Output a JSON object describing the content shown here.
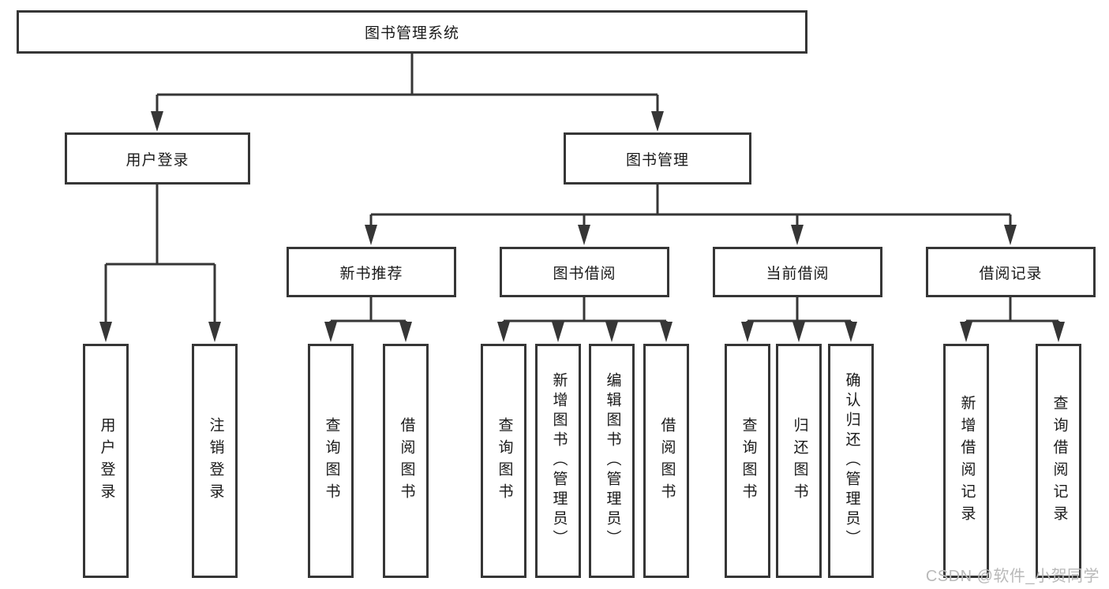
{
  "tree": {
    "root": {
      "label": "图书管理系统",
      "children": [
        {
          "label": "用户登录",
          "children": [
            {
              "label": "用户登录"
            },
            {
              "label": "注销登录"
            }
          ]
        },
        {
          "label": "图书管理",
          "children": [
            {
              "label": "新书推荐",
              "children": [
                {
                  "label": "查询图书"
                },
                {
                  "label": "借阅图书"
                }
              ]
            },
            {
              "label": "图书借阅",
              "children": [
                {
                  "label": "查询图书"
                },
                {
                  "label": "新增图书（管理员）"
                },
                {
                  "label": "编辑图书（管理员）"
                },
                {
                  "label": "借阅图书"
                }
              ]
            },
            {
              "label": "当前借阅",
              "children": [
                {
                  "label": "查询图书"
                },
                {
                  "label": "归还图书"
                },
                {
                  "label": "确认归还（管理员）"
                }
              ]
            },
            {
              "label": "借阅记录",
              "children": [
                {
                  "label": "新增借阅记录"
                },
                {
                  "label": "查询借阅记录"
                }
              ]
            }
          ]
        }
      ]
    }
  },
  "watermark": {
    "text": "CSDN @软件_小贺同学"
  },
  "colors": {
    "line": "#363636",
    "box_border": "#363636",
    "text": "#1a1a1a",
    "watermark": "#b9b9b9",
    "background": "#ffffff"
  }
}
